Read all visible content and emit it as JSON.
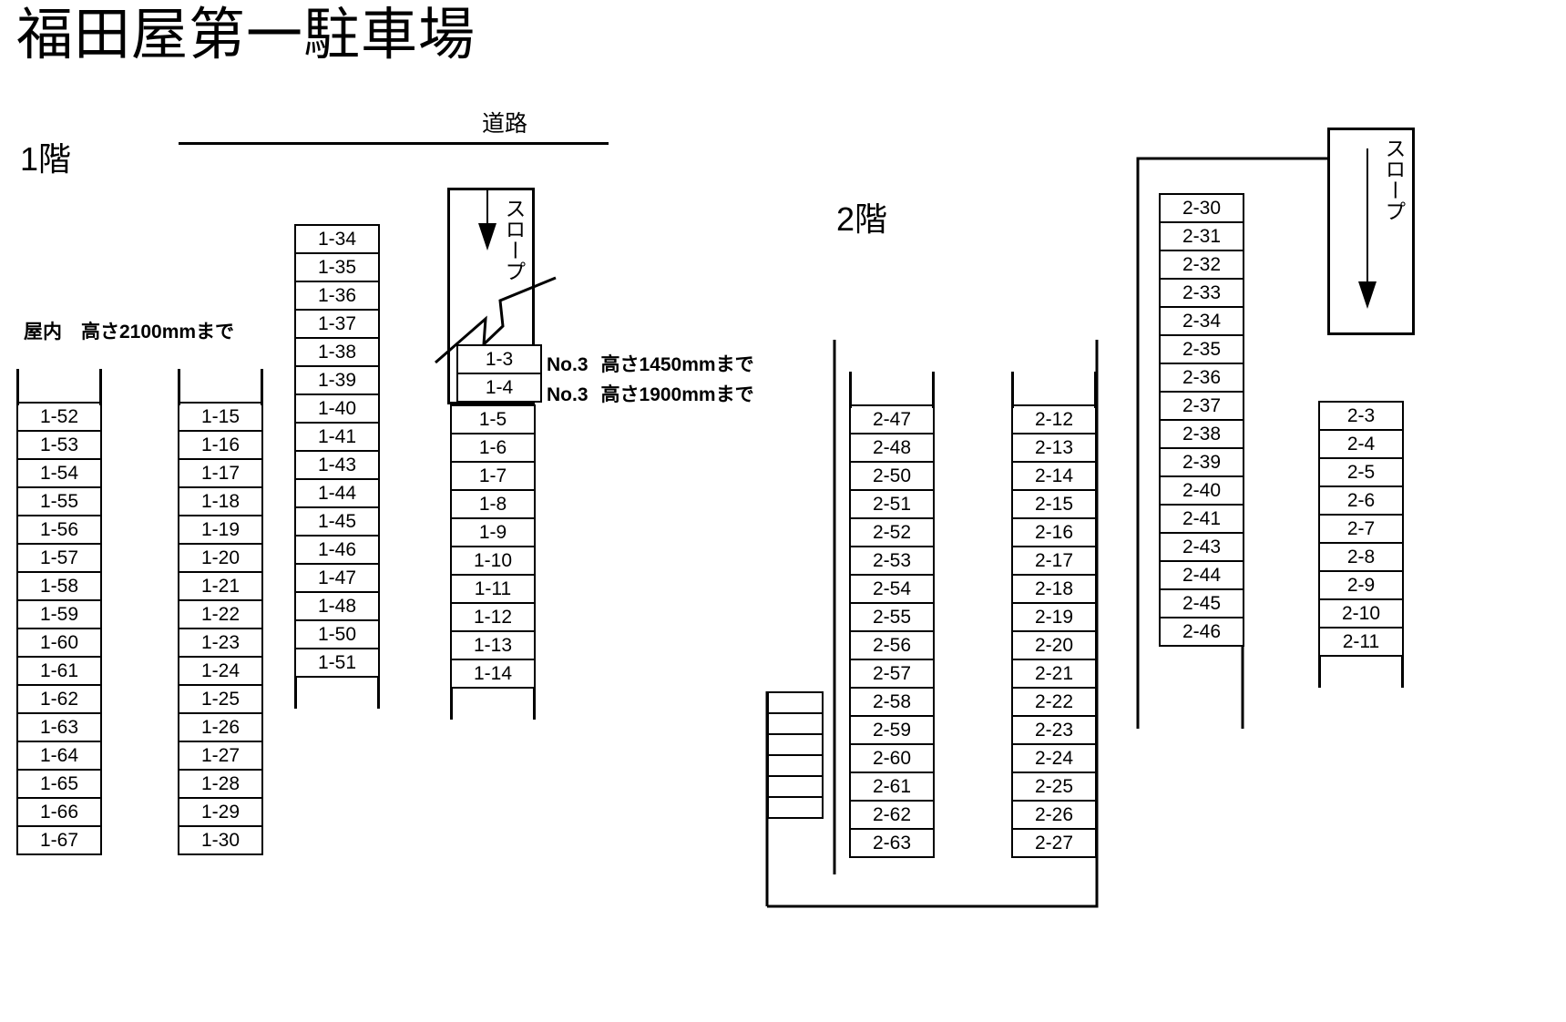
{
  "title": "福田屋第一駐車場",
  "labels": {
    "floor1": "1階",
    "floor2": "2階",
    "road": "道路",
    "indoor_note": "屋内　高さ2100mmまで",
    "ramp_text": "スロープ"
  },
  "notes": [
    {
      "no": "No.3",
      "text": "高さ1450mmまで"
    },
    {
      "no": "No.3",
      "text": "高さ1900mmまで"
    }
  ],
  "floor1": {
    "columns": [
      {
        "id": "col-1-52",
        "slots": [
          "1-52",
          "1-53",
          "1-54",
          "1-55",
          "1-56",
          "1-57",
          "1-58",
          "1-59",
          "1-60",
          "1-61",
          "1-62",
          "1-63",
          "1-64",
          "1-65",
          "1-66",
          "1-67"
        ]
      },
      {
        "id": "col-1-15",
        "slots": [
          "1-15",
          "1-16",
          "1-17",
          "1-18",
          "1-19",
          "1-20",
          "1-21",
          "1-22",
          "1-23",
          "1-24",
          "1-25",
          "1-26",
          "1-27",
          "1-28",
          "1-29",
          "1-30"
        ]
      },
      {
        "id": "col-1-34",
        "slots": [
          "1-34",
          "1-35",
          "1-36",
          "1-37",
          "1-38",
          "1-39",
          "1-40",
          "1-41",
          "1-43",
          "1-44",
          "1-45",
          "1-46",
          "1-47",
          "1-48",
          "1-50",
          "1-51"
        ]
      },
      {
        "id": "col-1-3-ramp",
        "slots": [
          "1-3",
          "1-4"
        ]
      },
      {
        "id": "col-1-5",
        "slots": [
          "1-5",
          "1-6",
          "1-7",
          "1-8",
          "1-9",
          "1-10",
          "1-11",
          "1-12",
          "1-13",
          "1-14"
        ]
      }
    ]
  },
  "floor2": {
    "columns": [
      {
        "id": "col-2-47",
        "slots": [
          "2-47",
          "2-48",
          "2-50",
          "2-51",
          "2-52",
          "2-53",
          "2-54",
          "2-55",
          "2-56",
          "2-57",
          "2-58",
          "2-59",
          "2-60",
          "2-61",
          "2-62",
          "2-63"
        ]
      },
      {
        "id": "col-2-12",
        "slots": [
          "2-12",
          "2-13",
          "2-14",
          "2-15",
          "2-16",
          "2-17",
          "2-18",
          "2-19",
          "2-20",
          "2-21",
          "2-22",
          "2-23",
          "2-24",
          "2-25",
          "2-26",
          "2-27"
        ]
      },
      {
        "id": "col-2-30",
        "slots": [
          "2-30",
          "2-31",
          "2-32",
          "2-33",
          "2-34",
          "2-35",
          "2-36",
          "2-37",
          "2-38",
          "2-39",
          "2-40",
          "2-41",
          "2-43",
          "2-44",
          "2-45",
          "2-46"
        ]
      },
      {
        "id": "col-2-3",
        "slots": [
          "2-3",
          "2-4",
          "2-5",
          "2-6",
          "2-7",
          "2-8",
          "2-9",
          "2-10",
          "2-11"
        ]
      }
    ],
    "stairs_steps": 6
  }
}
